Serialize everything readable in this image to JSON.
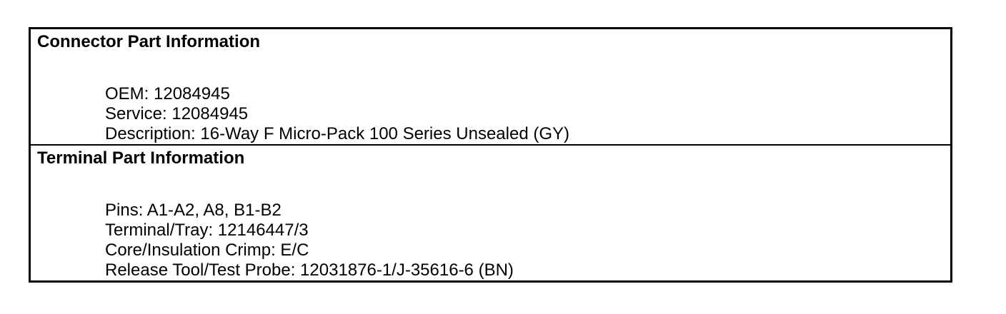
{
  "colors": {
    "border": "#000000",
    "text": "#000000",
    "background": "#ffffff"
  },
  "sections": [
    {
      "title": "Connector Part Information",
      "fields": [
        {
          "label": "OEM",
          "value": "12084945",
          "text": "OEM: 12084945"
        },
        {
          "label": "Service",
          "value": "12084945",
          "text": "Service: 12084945"
        },
        {
          "label": "Description",
          "value": "16-Way F Micro-Pack 100 Series Unsealed (GY)",
          "text": "Description: 16-Way F Micro-Pack 100 Series Unsealed (GY)"
        }
      ]
    },
    {
      "title": "Terminal Part Information",
      "fields": [
        {
          "label": "Pins",
          "value": "A1-A2, A8, B1-B2",
          "text": "Pins: A1-A2, A8, B1-B2"
        },
        {
          "label": "Terminal/Tray",
          "value": "12146447/3",
          "text": "Terminal/Tray: 12146447/3"
        },
        {
          "label": "Core/Insulation Crimp",
          "value": "E/C",
          "text": "Core/Insulation Crimp: E/C"
        },
        {
          "label": "Release Tool/Test Probe",
          "value": "12031876-1/J-35616-6 (BN)",
          "text": "Release Tool/Test Probe: 12031876-1/J-35616-6 (BN)"
        }
      ]
    }
  ]
}
